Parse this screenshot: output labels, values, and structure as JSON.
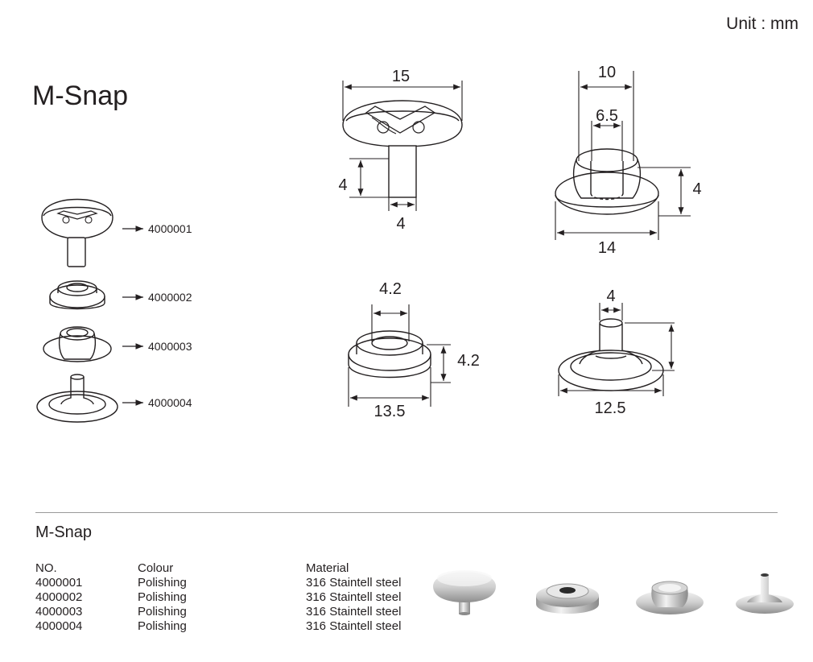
{
  "unit": "Unit : mm",
  "title": "M-Snap",
  "parts": [
    {
      "code": "4000001"
    },
    {
      "code": "4000002"
    },
    {
      "code": "4000003"
    },
    {
      "code": "4000004"
    }
  ],
  "dimensions": {
    "cap": {
      "width": "15",
      "post_height": "4",
      "post_width": "4"
    },
    "socket": {
      "outer": "10",
      "inner": "6.5",
      "height": "4",
      "base": "14"
    },
    "ring": {
      "hole": "4.2",
      "height": "4.2",
      "base": "13.5"
    },
    "stud": {
      "post": "4",
      "base": "12.5"
    }
  },
  "table": {
    "section_title": "M-Snap",
    "headers": {
      "no": "NO.",
      "colour": "Colour",
      "material": "Material"
    },
    "rows": [
      {
        "no": "4000001",
        "colour": "Polishing",
        "material": "316 Staintell steel"
      },
      {
        "no": "4000002",
        "colour": "Polishing",
        "material": "316 Staintell steel"
      },
      {
        "no": "4000003",
        "colour": "Polishing",
        "material": "316 Staintell steel"
      },
      {
        "no": "4000004",
        "colour": "Polishing",
        "material": "316 Staintell steel"
      }
    ]
  }
}
